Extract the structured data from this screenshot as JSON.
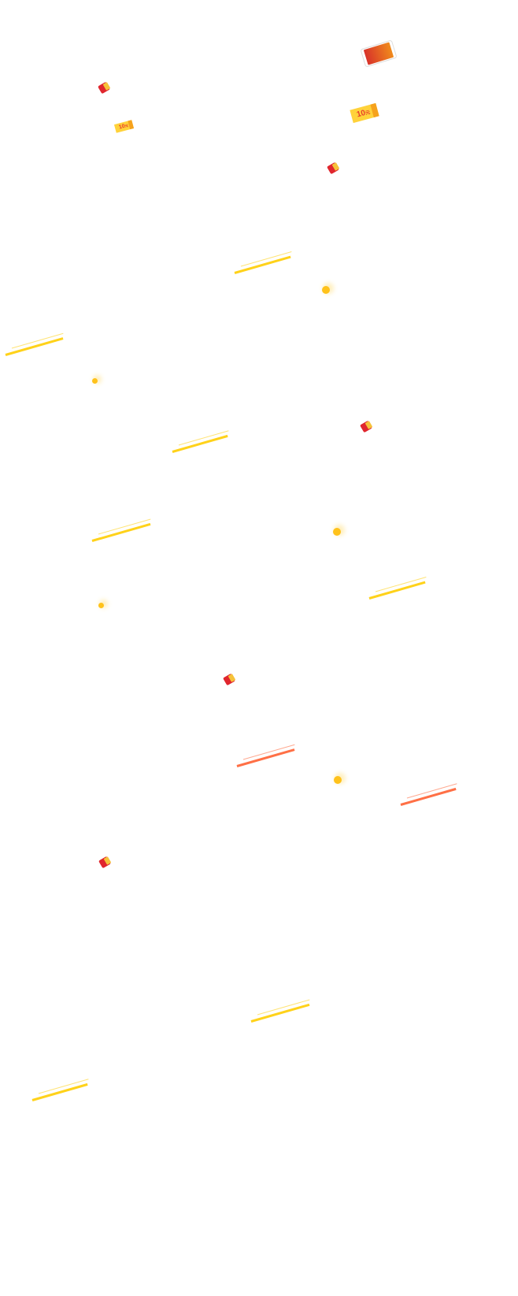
{
  "coupon_big": {
    "amount": "10",
    "unit": "元"
  },
  "coupon_small": {
    "amount": "10",
    "unit": "元"
  },
  "colors": {
    "envelope": "#e0262e",
    "coin": "#ffc21a",
    "streak_yellow": "#ffd21a",
    "streak_orange": "#ff7046"
  }
}
